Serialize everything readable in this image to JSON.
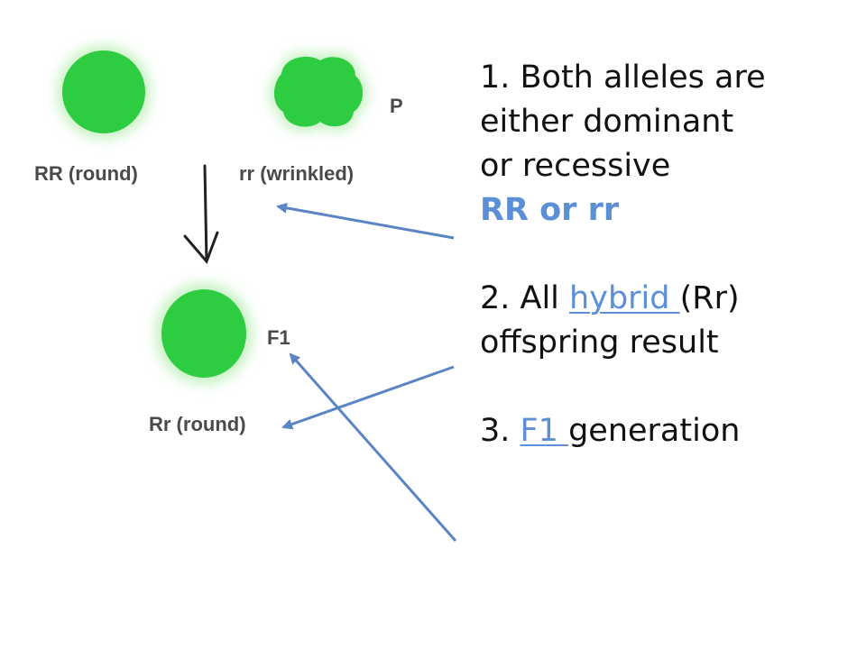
{
  "diagram": {
    "parent_generation_label": "P",
    "offspring_generation_label": "F1",
    "parent_left_label": "RR (round)",
    "parent_right_label": "rr (wrinkled)",
    "offspring_label": "Rr (round)",
    "pea_color": "#2ecc40",
    "arrow_color": "#5b84c4"
  },
  "notes": {
    "n1": {
      "line1": "1. Both alleles are",
      "line2": "either dominant",
      "line3": "or recessive",
      "genotypes": "RR or rr"
    },
    "n2": {
      "prefix": "2. All ",
      "highlight": "hybrid ",
      "suffix": "(Rr)",
      "line2": "offspring result"
    },
    "n3": {
      "prefix": "3. ",
      "highlight": "F1 ",
      "suffix": "generation"
    },
    "accent_color": "#5b8fd6"
  }
}
